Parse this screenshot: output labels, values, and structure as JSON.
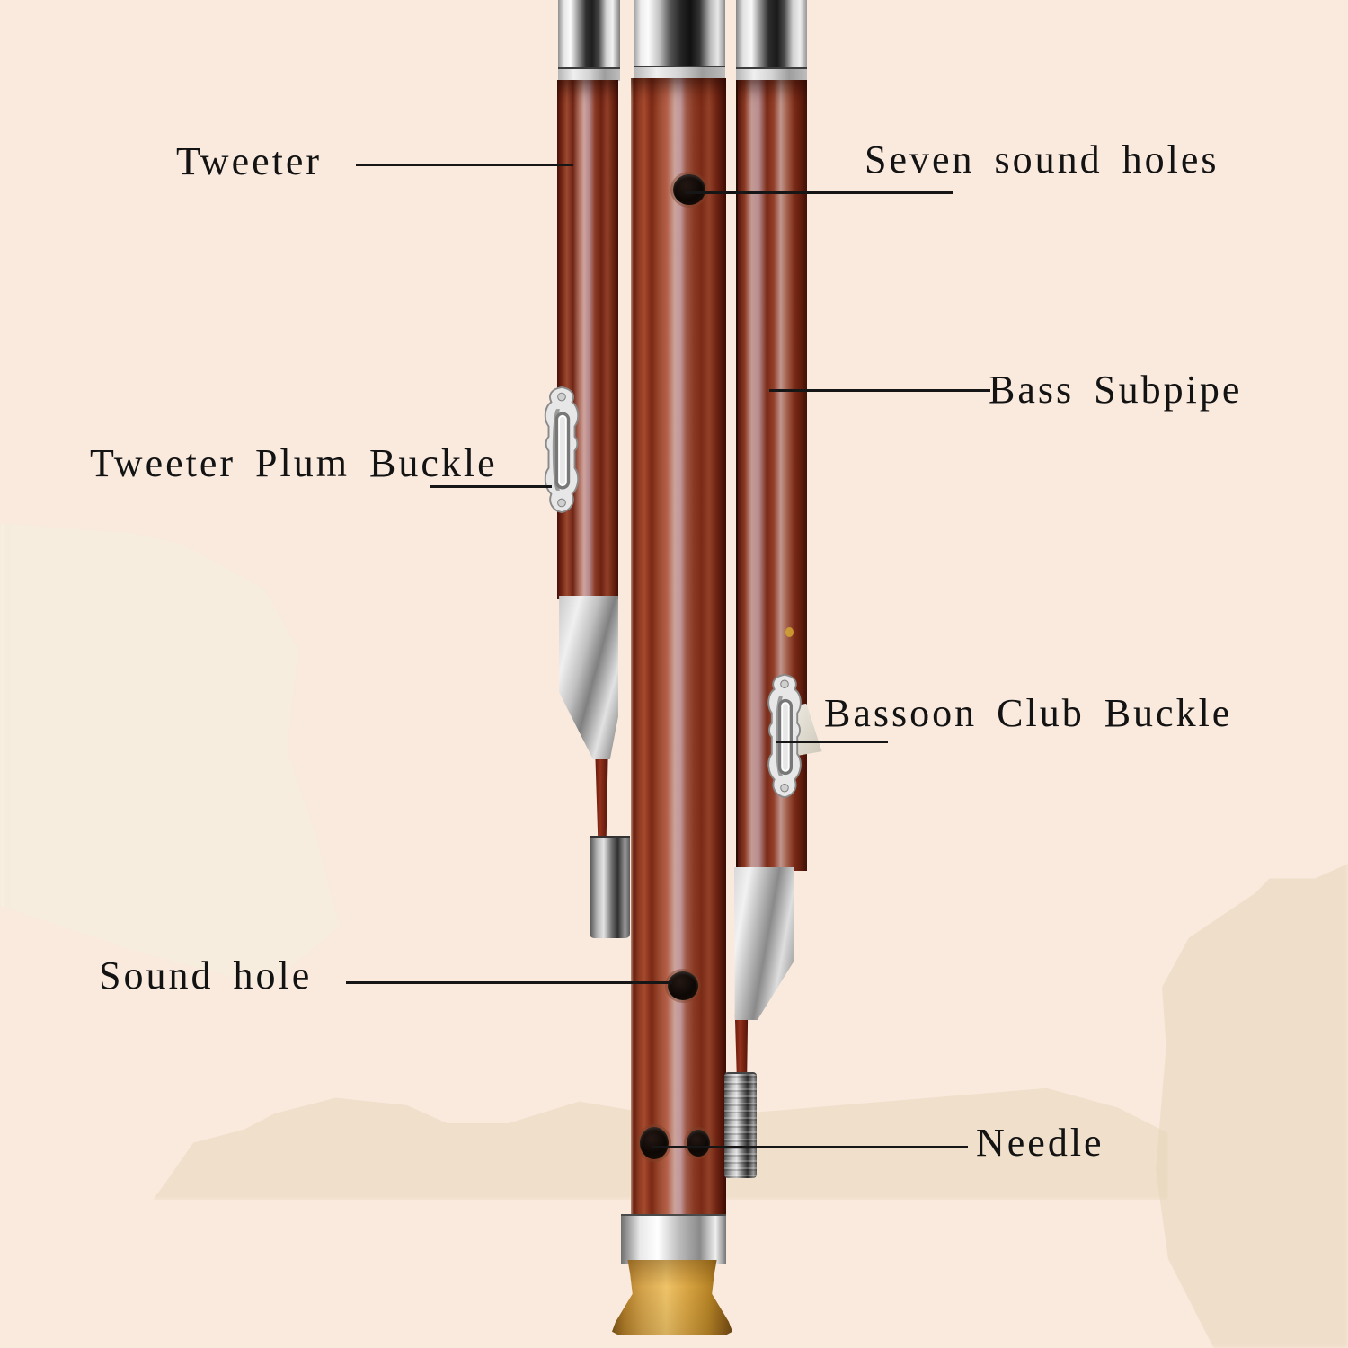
{
  "image": {
    "kind": "annotated instrument parts diagram",
    "background_color": "#FAEADE",
    "line_color": "#161616",
    "text_color": "#131313"
  },
  "palette": {
    "wood_dark": "#6F2414",
    "wood_light": "#CFA49E",
    "metal": "#E8E8E8",
    "foot_gold": "#D3A24A",
    "hole": "#0D0805"
  },
  "annotations": [
    {
      "id": "tweeter",
      "label": "Tweeter"
    },
    {
      "id": "seven-sound-holes",
      "label": "Seven sound holes"
    },
    {
      "id": "bass-subpipe",
      "label": "Bass Subpipe"
    },
    {
      "id": "tweeter-plum-buckle",
      "label": "Tweeter Plum Buckle"
    },
    {
      "id": "bassoon-club-buckle",
      "label": "Bassoon Club Buckle"
    },
    {
      "id": "sound-hole",
      "label": "Sound hole"
    },
    {
      "id": "needle",
      "label": "Needle"
    }
  ]
}
